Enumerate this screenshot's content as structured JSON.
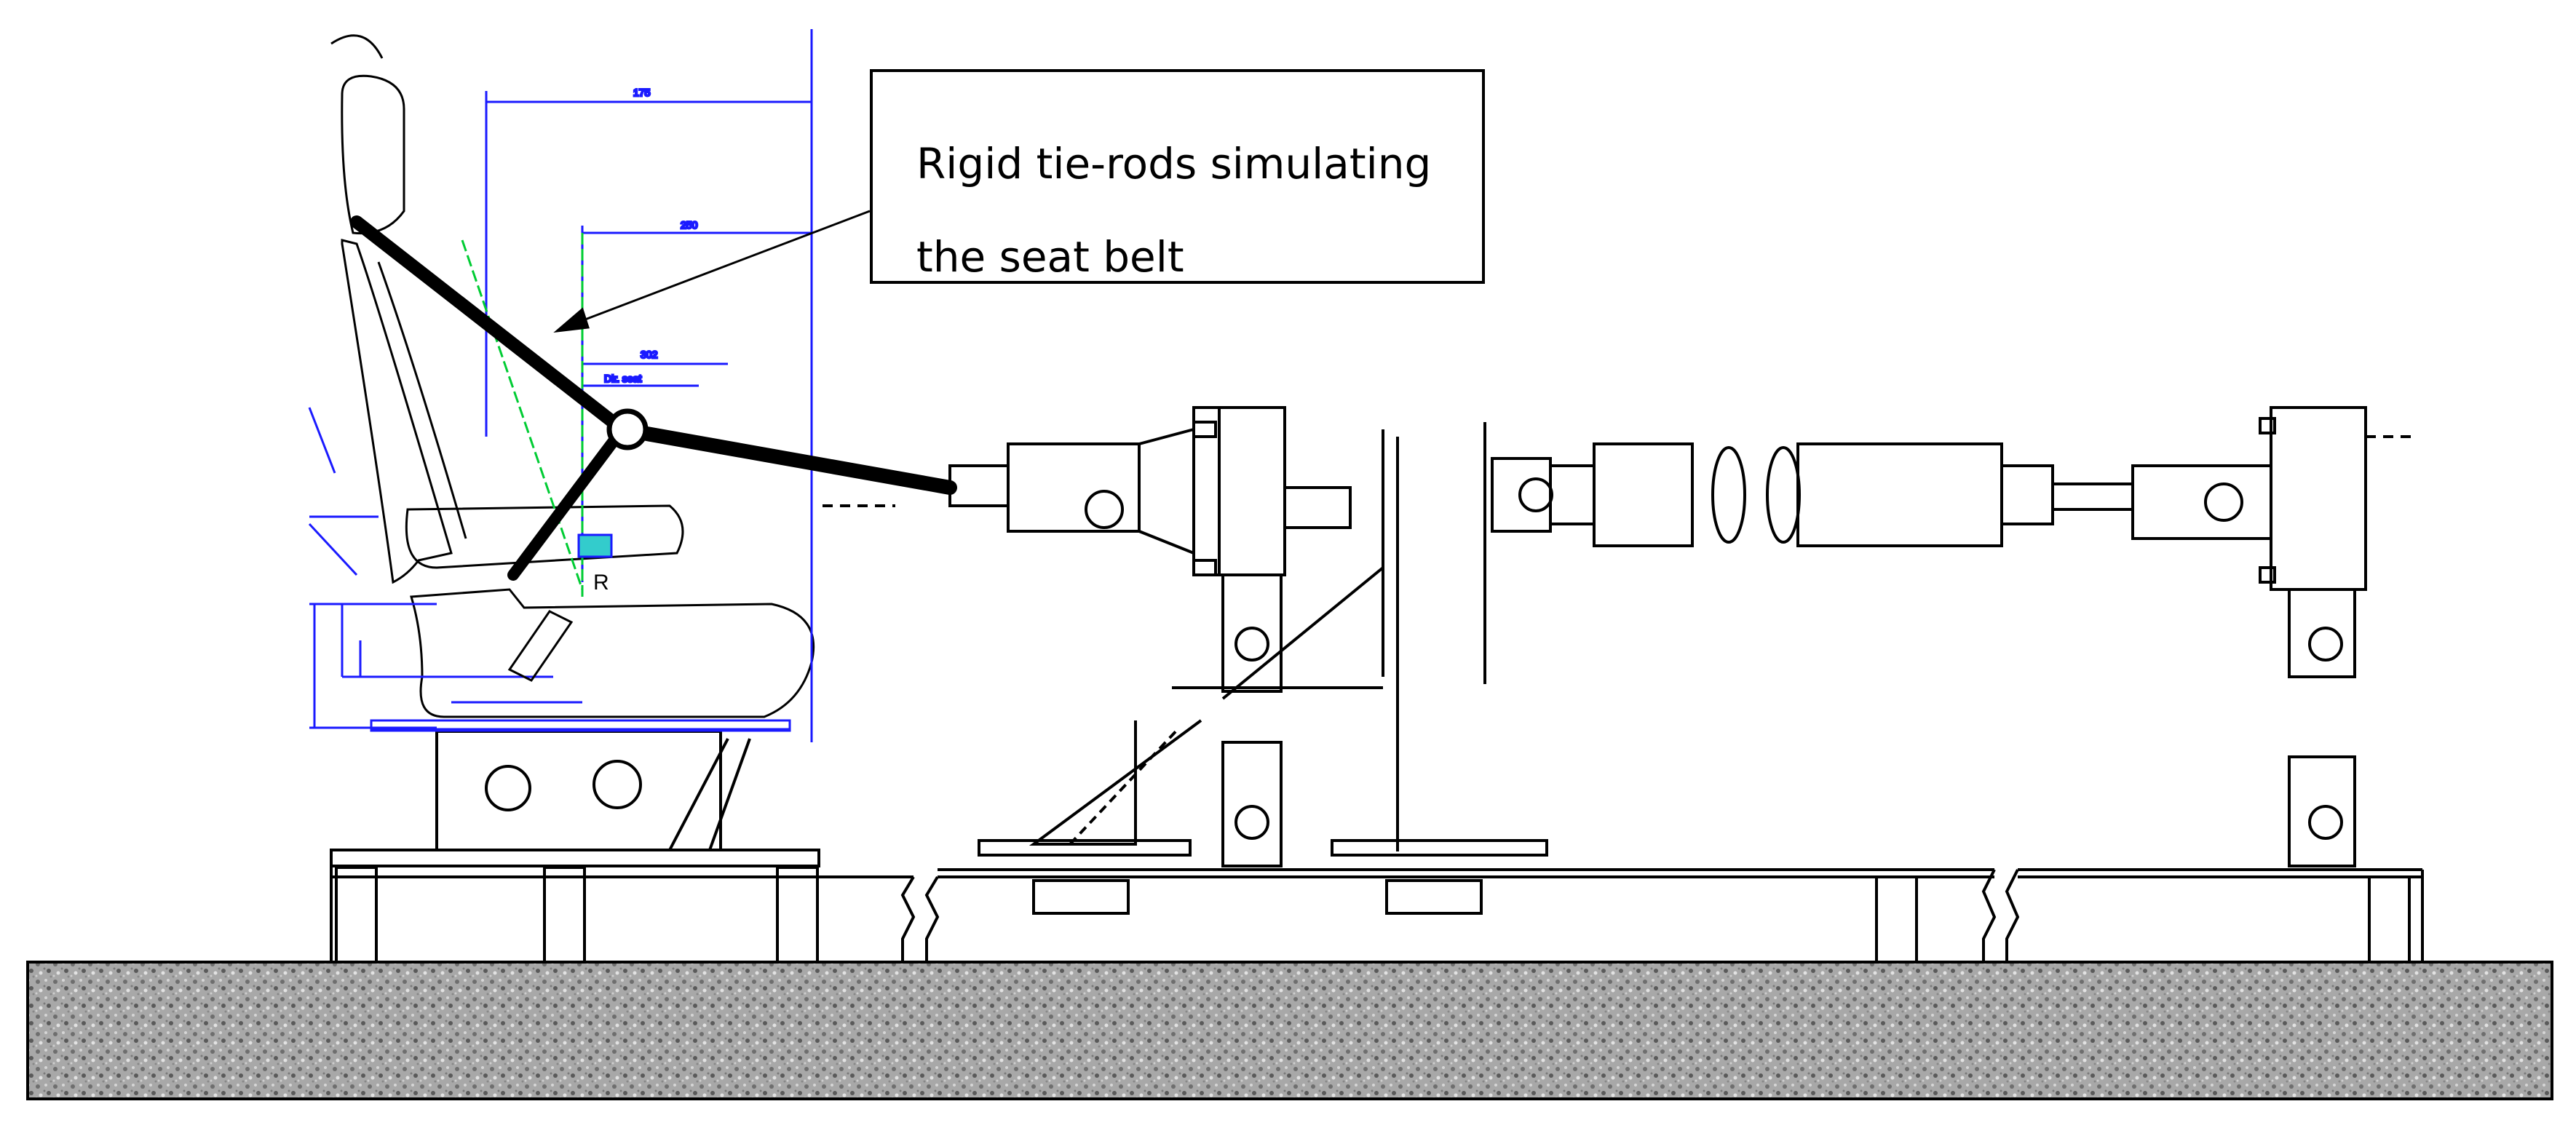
{
  "callout": {
    "line1": "Rigid tie-rods simulating",
    "line2": "the seat belt"
  },
  "seat_marker": "R",
  "colors": {
    "outline": "#000000",
    "dimension_lines": "#1a1aff",
    "seat_belt_line": "#00cc33",
    "tie_rods": "#000000",
    "ground": "#9a9a9a",
    "buckle": "#33cccc"
  },
  "icons": [
    "seat-icon",
    "tie-rod-joint-icon",
    "hydraulic-actuator-icon",
    "ground-hatch-icon"
  ]
}
